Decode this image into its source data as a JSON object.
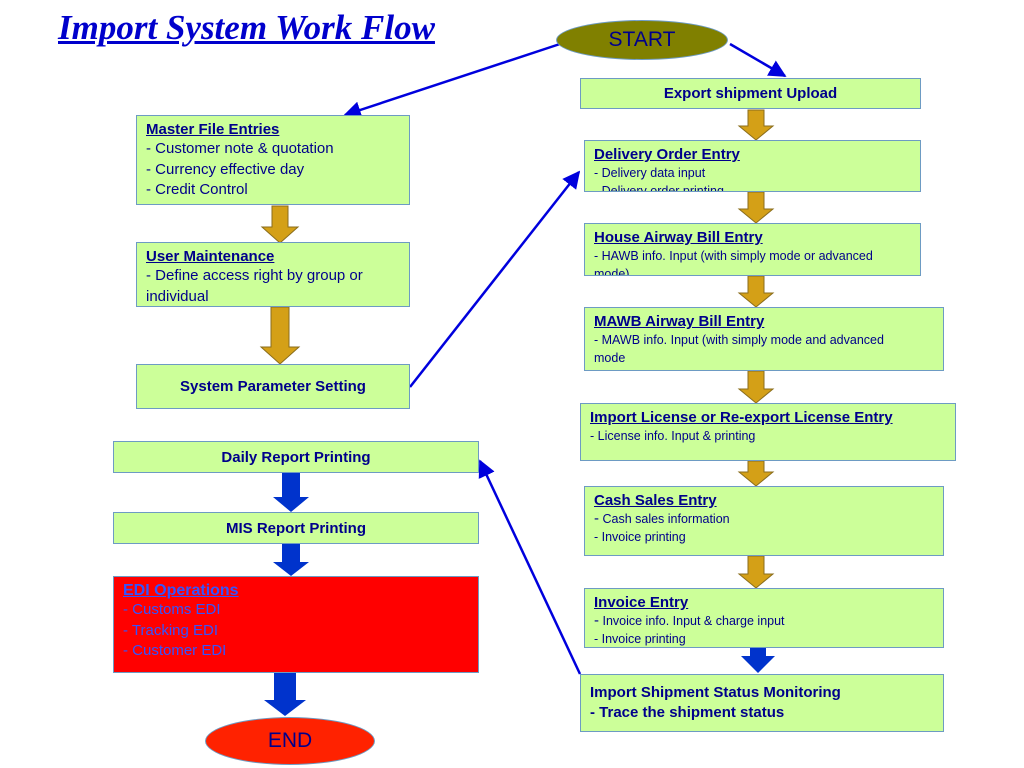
{
  "title": "Import System Work Flow",
  "start_label": "START",
  "end_label": "END",
  "left_column": {
    "master_file": {
      "heading": "Master File Entries",
      "lines": [
        "- Customer note & quotation",
        "- Currency effective day",
        "- Credit Control"
      ]
    },
    "user_maintenance": {
      "heading": "User Maintenance",
      "lines": [
        "- Define access right by group or",
        "individual"
      ]
    },
    "system_parameter": "System Parameter Setting",
    "daily_report": "Daily Report Printing",
    "mis_report": "MIS Report Printing",
    "edi_operations": {
      "heading": "EDI Operations",
      "lines": [
        "- Customs EDI",
        "- Tracking EDI",
        "- Customer EDI"
      ]
    }
  },
  "right_column": {
    "export_upload": "Export shipment Upload",
    "delivery_order": {
      "heading": "Delivery Order Entry",
      "lines": [
        "- Delivery data input",
        "- Delivery order printing"
      ]
    },
    "hawb": {
      "heading": "House Airway Bill Entry",
      "lines": [
        "- HAWB info. Input (with simply mode or advanced",
        "mode)"
      ]
    },
    "mawb": {
      "heading": "MAWB Airway Bill Entry",
      "lines": [
        "- MAWB info. Input (with simply mode and advanced",
        "mode"
      ]
    },
    "import_license": {
      "heading": "Import License or Re-export License Entry",
      "lines": [
        "- License info. Input & printing"
      ]
    },
    "cash_sales": {
      "heading": "Cash Sales Entry",
      "dash": "-",
      "line1": " Cash sales information",
      "line2": "- Invoice printing"
    },
    "invoice": {
      "heading": "Invoice Entry",
      "dash": "-",
      "line1": " Invoice info. Input & charge input",
      "line2": "- Invoice printing"
    },
    "status_monitoring": {
      "line1": "Import Shipment Status Monitoring",
      "line2": "- Trace the shipment status"
    }
  },
  "colors": {
    "box_fill": "#ccff99",
    "box_border": "#6d9bc3",
    "text": "#00008b",
    "gold_arrow": "#d4a017",
    "blue_arrow": "#0033cc",
    "connector": "#0000dd",
    "edi_fill": "#ff0000",
    "start_fill": "#808000",
    "end_fill": "#ff2200"
  }
}
